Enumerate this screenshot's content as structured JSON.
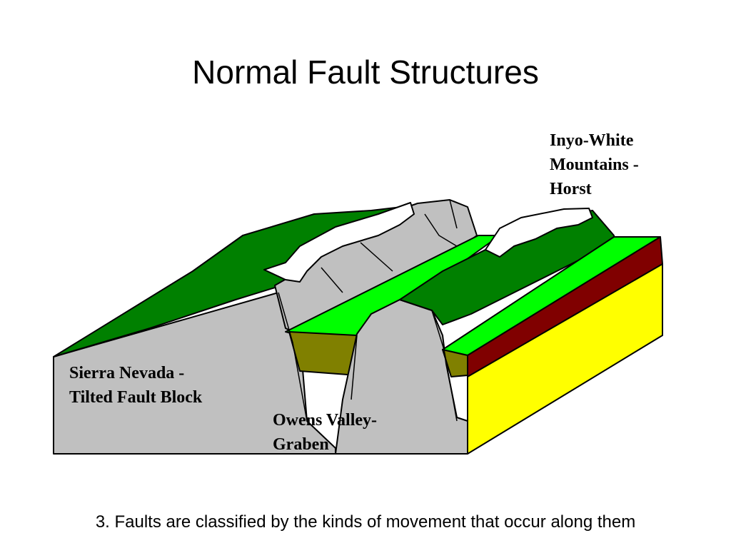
{
  "slide": {
    "title": "Normal Fault Structures",
    "caption": "3. Faults are classified by the kinds of movement that occur along them"
  },
  "diagram": {
    "labels": {
      "horst": [
        "Inyo-White",
        "Mountains -",
        "Horst"
      ],
      "tilted_block": [
        "Sierra Nevada -",
        "Tilted Fault Block"
      ],
      "graben": [
        "Owens Valley-",
        "Graben"
      ]
    },
    "colors": {
      "rock_gray": "#c0c0c0",
      "forest_green": "#008000",
      "bright_green": "#00ff00",
      "olive": "#808000",
      "dark_red": "#800000",
      "yellow": "#ffff00",
      "snow": "#ffffff"
    }
  }
}
